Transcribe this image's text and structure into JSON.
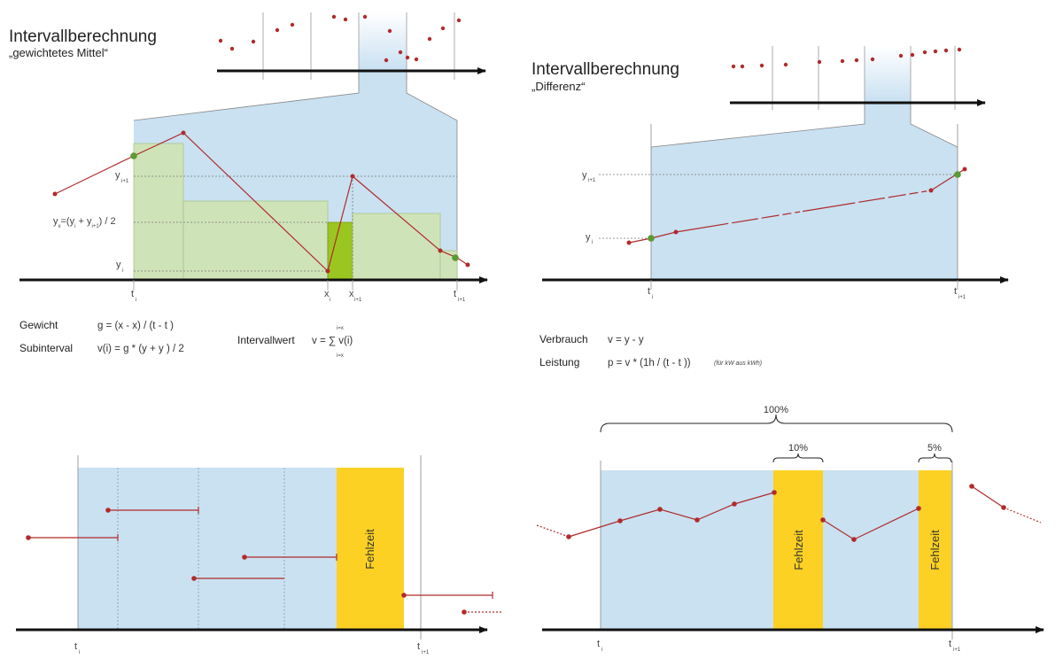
{
  "panel_tl": {
    "title": "Intervallberechnung",
    "subtitle": "„gewichtetes Mittel“",
    "y_labels": {
      "y_i1": "y",
      "y_i1_sub": "i+1",
      "yx": "y",
      "yx_sub": "x",
      "yx_expr": "=(y",
      "yx_expr2": " + y",
      "yx_expr3": ") / 2",
      "y_i": "y",
      "y_i_sub": "i"
    },
    "t_labels": {
      "t_i": "t",
      "t_i_sub": "i",
      "x_i": "x",
      "x_i_sub": "i",
      "x_i1": "x",
      "x_i1_sub": "i+1",
      "t_i1": "t",
      "t_i1_sub": "i+1"
    },
    "gewicht_label": "Gewicht",
    "gewicht_formula": "g = (x  - x) / (t  - t )",
    "subinterval_label": "Subinterval",
    "subinterval_formula": "v(i) = g * (y  + y  ) / 2",
    "intervallwert_label": "Intervallwert",
    "intervallwert_formula": "v = ∑ v(i)",
    "sum_top": "i=x",
    "sum_bottom": "i=x"
  },
  "panel_tr": {
    "title": "Intervallberechnung",
    "subtitle": "„Differenz“",
    "y_i1": "y",
    "y_i1_sub": "i+1",
    "y_i": "y",
    "y_i_sub": "i",
    "t_i": "t",
    "t_i_sub": "i",
    "t_i1": "t",
    "t_i1_sub": "i+1",
    "verbrauch_label": "Verbrauch",
    "verbrauch_formula": "v = y   - y",
    "leistung_label": "Leistung",
    "leistung_formula": "p = v * (1h / (t   - t ))",
    "leistung_note": "(für kW aus kWh)"
  },
  "panel_bl": {
    "fehlzeit": "Fehlzeit",
    "t_i": "t",
    "t_i_sub": "i",
    "t_i1": "t",
    "t_i1_sub": "i+1"
  },
  "panel_br": {
    "pct_total": "100%",
    "pct_a": "10%",
    "pct_b": "5%",
    "fehlzeit_a": "Fehlzeit",
    "fehlzeit_b": "Fehlzeit",
    "t_i": "t",
    "t_i_sub": "i",
    "t_i1": "t",
    "t_i1_sub": "i+1"
  },
  "colors": {
    "axis": "#111111",
    "interval_fill": "#c9e1f1",
    "bar_fill": "#cfe3b8",
    "bar_highlight": "#9bc61f",
    "series": "#b02b2b",
    "point_green": "#5a9a34",
    "fehlzeit": "#fcd124"
  }
}
